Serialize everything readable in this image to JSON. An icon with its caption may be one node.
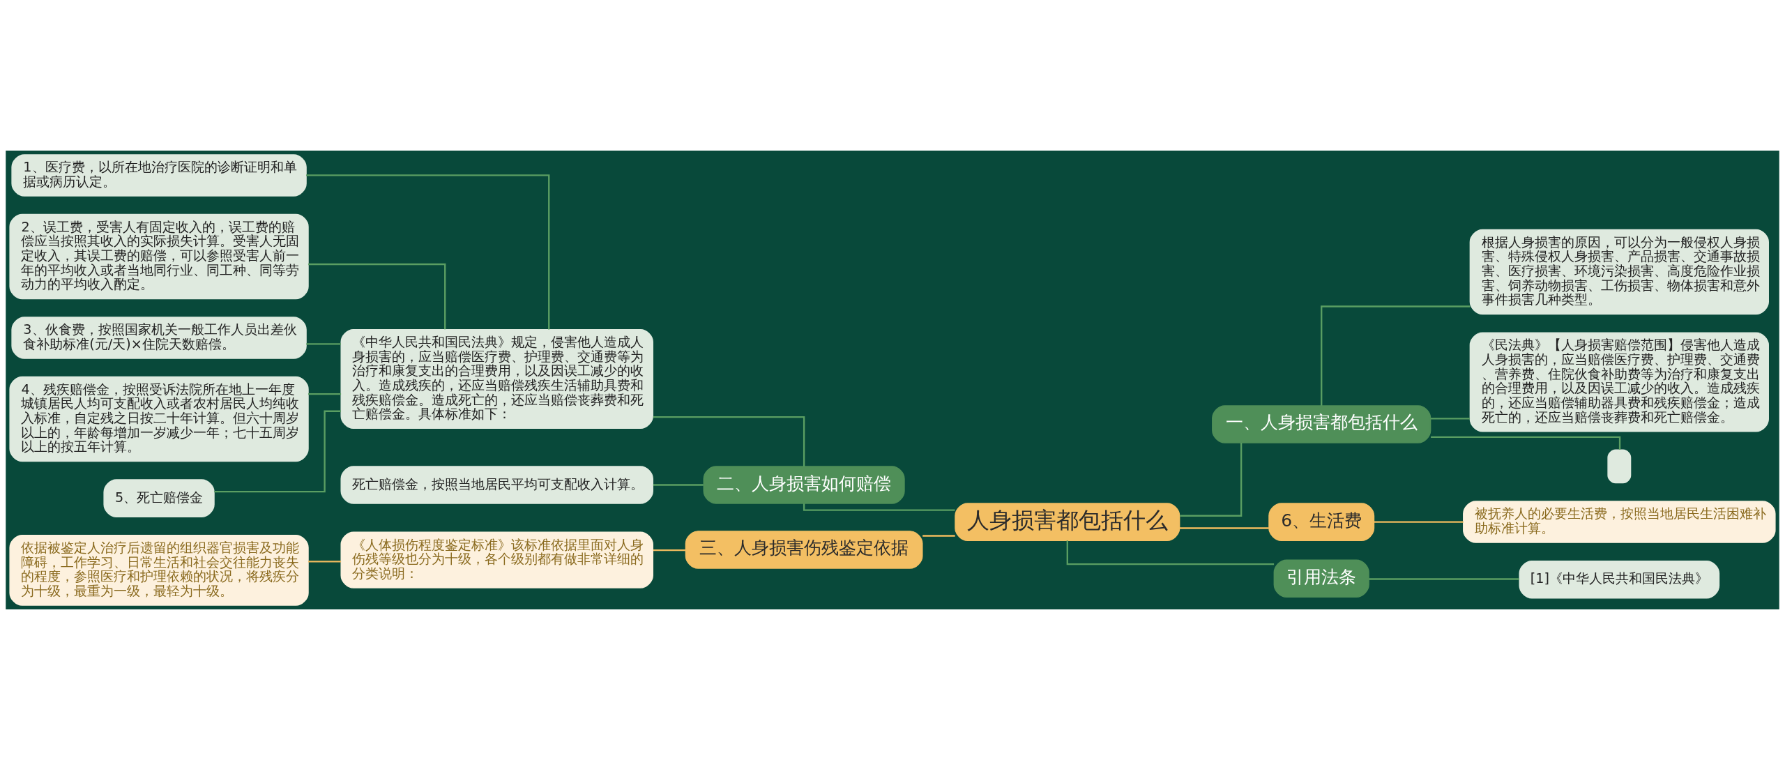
{
  "diagram": {
    "nodes": [
      {
        "text": [
          "人身损害都包括什么"
        ]
      },
      {
        "text": [
          "二、人身损害如何赔偿"
        ]
      },
      {
        "text": [
          "《中华人民共和国民法典》规定，侵害他人造成人身损害的，应当赔偿医疗费、护理费、交通费等为治疗和康复支出的合理费用，以及因误工减少的收入。造成残疾的，还应当赔偿残疾生活辅助具费和残疾赔偿金。造成死亡的，还应当赔偿丧葬费和死亡赔偿金。具体标准如下："
        ]
      },
      {
        "text": [
          "1、医疗费，以所在地治疗医院的诊断证明和单据或病历认定。"
        ]
      },
      {
        "text": [
          "2、误工费，受害人有固定收入的，误工费的赔偿应当按照其收入的实际损失计算。受害人无固定收入，其误工费的赔偿，可以参照受害人前一年的平均收入或者当地同行业、同工种、同等劳动力的平均收入酌定。"
        ]
      },
      {
        "text": [
          "3、伙食费，按照国家机关一般工作人员出差伙食补助标准(元/天)×住院天数赔偿。"
        ]
      },
      {
        "text": [
          "4、残疾赔偿金，按照受诉法院所在地上一年度城镇居民人均可支配收入或者农村居民人均纯收入标准，自定残之日按二十年计算。但六十周岁以上的，年龄每增加一岁减少一年；七十五周岁以上的按五年计算。"
        ]
      },
      {
        "text": [
          "5、死亡赔偿金"
        ]
      },
      {
        "text": [
          "死亡赔偿金，按照当地居民平均可支配收入计算。"
        ]
      },
      {
        "text": [
          "三、人身损害伤残鉴定依据"
        ]
      },
      {
        "text": [
          "《人体损伤程度鉴定标准》该标准依据里面对人身伤残等级也分为十级，各个级别都有做非常详细的分类说明："
        ]
      },
      {
        "text": [
          "依据被鉴定人治疗后遗留的组织器官损害及功能障碍，工作学习、日常生活和社会交往能力丧失的程度，参照医疗和护理依赖的状况，将残疾分为十级，最重为一级，最轻为十级。"
        ]
      },
      {
        "text": [
          "一、人身损害都包括什么"
        ]
      },
      {
        "text": [
          "根据人身损害的原因，可以分为一般侵权人身损害、特殊侵权人身损害、产品损害、交通事故损害、医疗损害、环境污染损害、高度危险作业损害、饲养动物损害、工伤损害、物体损害和意外事件损害几种类型。"
        ]
      },
      {
        "text": [
          "《民法典》【人身损害赔偿范围】侵害他人造成人身损害的，应当赔偿医疗费、护理费、交通费、营养费、住院伙食补助费等为治疗和康复支出的合理费用，以及因误工减少的收入。造成残疾的，还应当赔偿辅助器具费和残疾赔偿金；造成死亡的，还应当赔偿丧葬费和死亡赔偿金。"
        ]
      },
      {
        "text": [],
        "shape": "box"
      },
      {
        "text": [
          "6、生活费"
        ]
      },
      {
        "text": [
          "被抚养人的必要生活费，按照当地居民生活困难补助标准计算。"
        ]
      },
      {
        "text": [
          "引用法条"
        ]
      },
      {
        "text": [
          "[1]《中华人民共和国民法典》"
        ]
      }
    ],
    "edges": [
      {
        "from": 0,
        "to": 1,
        "arrow": "none"
      },
      {
        "from": 1,
        "to": 2,
        "arrow": "none"
      },
      {
        "from": 2,
        "to": 3,
        "arrow": "none"
      },
      {
        "from": 2,
        "to": 4,
        "arrow": "none"
      },
      {
        "from": 2,
        "to": 5,
        "arrow": "none"
      },
      {
        "from": 2,
        "to": 6,
        "arrow": "none"
      },
      {
        "from": 2,
        "to": 7,
        "arrow": "none"
      },
      {
        "from": 1,
        "to": 8,
        "arrow": "none"
      },
      {
        "from": 0,
        "to": 9,
        "arrow": "none",
        "color": "#f0bb5e"
      },
      {
        "from": 9,
        "to": 10,
        "arrow": "none",
        "color": "#f0bb5e"
      },
      {
        "from": 10,
        "to": 11,
        "arrow": "none",
        "color": "#f0bb5e"
      },
      {
        "from": 0,
        "to": 12,
        "arrow": "none"
      },
      {
        "from": 12,
        "to": 13,
        "arrow": "none"
      },
      {
        "from": 12,
        "to": 14,
        "arrow": "none"
      },
      {
        "from": 12,
        "to": 15,
        "arrow": "none"
      },
      {
        "from": 0,
        "to": 16,
        "arrow": "none",
        "color": "#f0bb5e"
      },
      {
        "from": 16,
        "to": 17,
        "arrow": "none",
        "color": "#f0bb5e"
      },
      {
        "from": 0,
        "to": 18,
        "arrow": "none"
      },
      {
        "from": 18,
        "to": 19,
        "arrow": "none"
      }
    ]
  }
}
